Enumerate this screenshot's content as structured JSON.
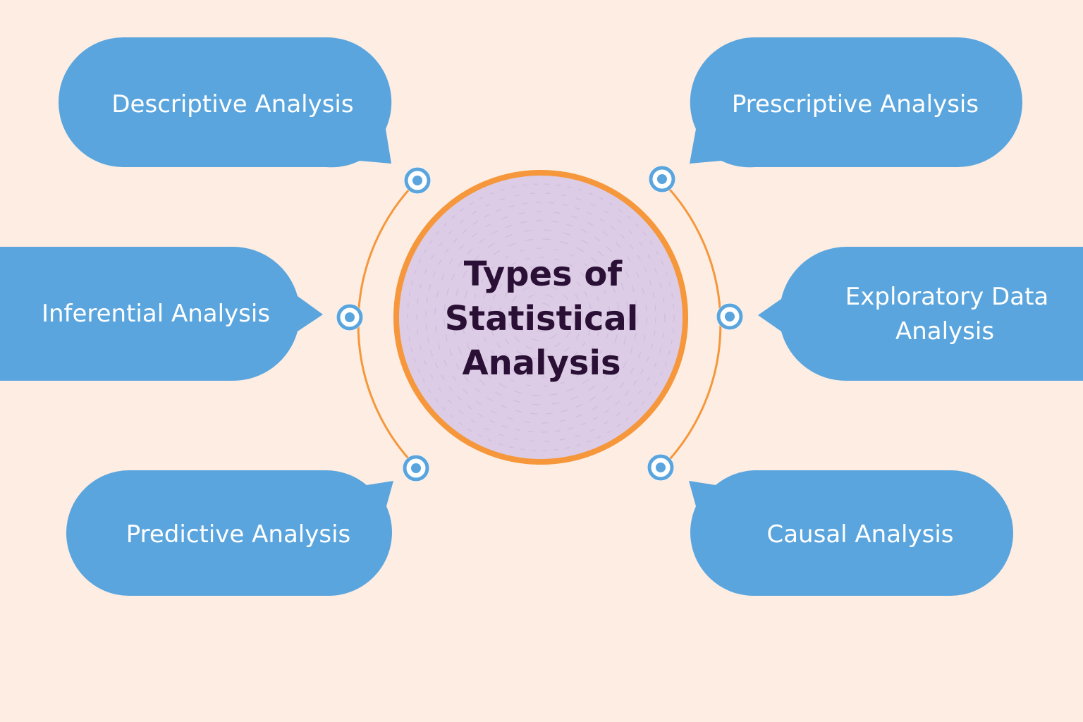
{
  "diagram": {
    "center": {
      "lines": [
        "Types of",
        "Statistical",
        "Analysis"
      ]
    },
    "nodes": [
      {
        "id": "descriptive",
        "lines": [
          "Descriptive Analysis"
        ]
      },
      {
        "id": "inferential",
        "lines": [
          "Inferential Analysis"
        ]
      },
      {
        "id": "predictive",
        "lines": [
          "Predictive Analysis"
        ]
      },
      {
        "id": "prescriptive",
        "lines": [
          "Prescriptive Analysis"
        ]
      },
      {
        "id": "exploratory",
        "lines": [
          "Exploratory Data",
          "Analysis"
        ]
      },
      {
        "id": "causal",
        "lines": [
          "Causal Analysis"
        ]
      }
    ]
  },
  "colors": {
    "background": "#fdede3",
    "bubble": "#5aa5dd",
    "arc": "#f5973a",
    "center_fill": "#dccce6",
    "center_ring": "#f5973a",
    "center_text": "#2a1035",
    "connector_ring": "#5aa5dd"
  }
}
